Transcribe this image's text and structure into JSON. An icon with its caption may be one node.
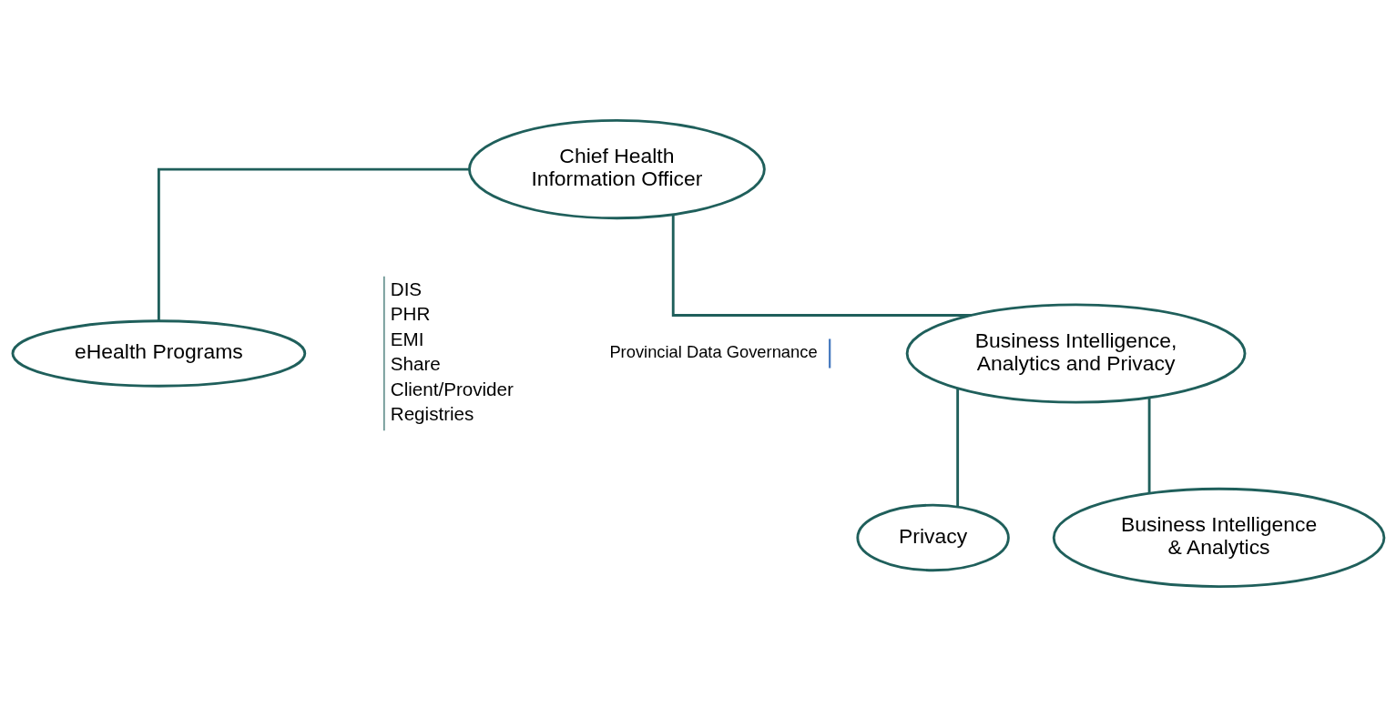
{
  "diagram": {
    "nodes": [
      {
        "text": [
          "Chief Health Information Officer"
        ]
      },
      {
        "text": [
          "Business Intelligence, Analytics and Privacy"
        ]
      },
      {
        "text": [
          "eHealth Programs"
        ]
      },
      {
        "text": [
          "Privacy"
        ]
      },
      {
        "text": [
          "Business Intelligence & Analytics"
        ]
      }
    ],
    "edges": [
      {
        "from": 0,
        "to": 1,
        "arrow": "none"
      },
      {
        "from": 0,
        "to": 2,
        "arrow": "none"
      },
      {
        "from": 1,
        "to": 3,
        "arrow": "none"
      },
      {
        "from": 1,
        "to": 4,
        "arrow": "none"
      }
    ],
    "labels": [
      "Provincial Data Governance",
      "DIS",
      "PHR",
      "EMI",
      "Share",
      "Client/Provider",
      "Registries"
    ]
  }
}
